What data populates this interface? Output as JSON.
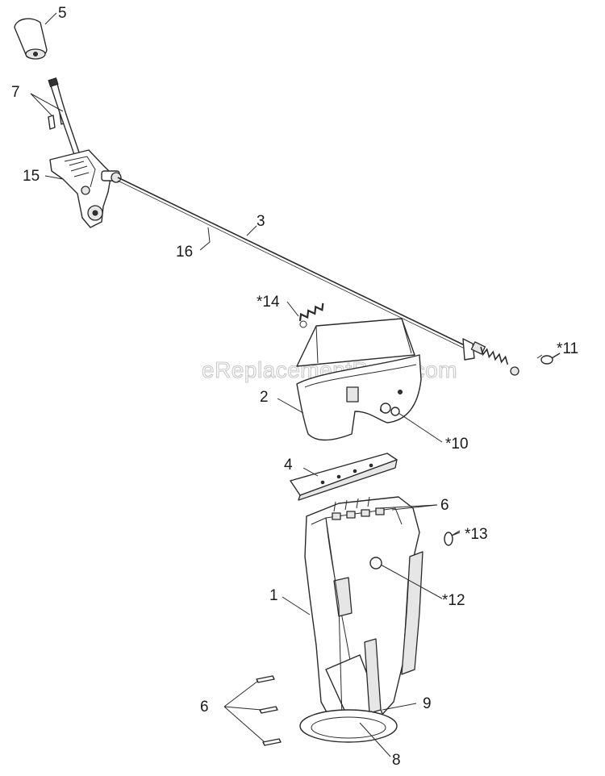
{
  "watermark": "eReplacementParts.com",
  "callouts": {
    "c5": "5",
    "c7": "7",
    "c15": "15",
    "c3": "3",
    "c16": "16",
    "c14": "*14",
    "c11": "*11",
    "c2": "2",
    "c10": "*10",
    "c4": "4",
    "c6a": "6",
    "c13": "*13",
    "c12": "*12",
    "c1": "1",
    "c6b": "6",
    "c9": "9",
    "c8": "8"
  }
}
